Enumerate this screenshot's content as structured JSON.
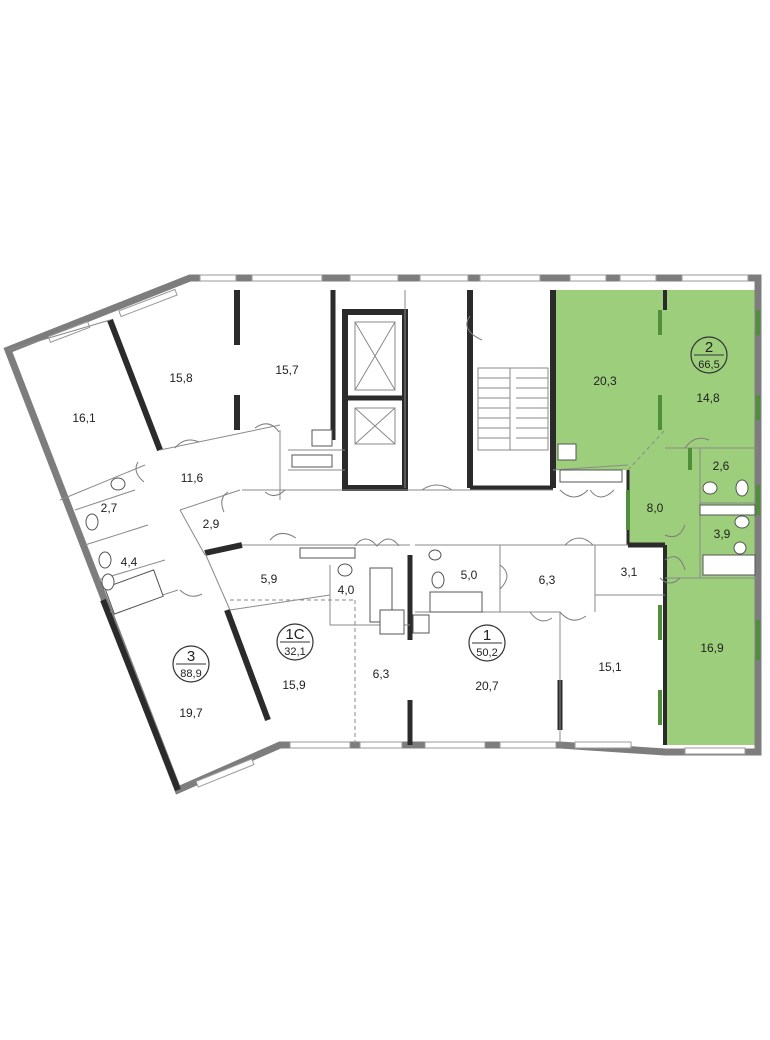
{
  "colors": {
    "highlight": "#9dce7c",
    "highlight_dark": "#4f8f3a",
    "wall": "#7d7d7d",
    "wall_dark": "#2b2b2b",
    "background": "#ffffff"
  },
  "apartments": [
    {
      "id": "apt-3",
      "number": "3",
      "area": "88,9"
    },
    {
      "id": "apt-1c",
      "number": "1С",
      "area": "32,1"
    },
    {
      "id": "apt-1",
      "number": "1",
      "area": "50,2"
    },
    {
      "id": "apt-2",
      "number": "2",
      "area": "66,5"
    }
  ],
  "rooms": [
    {
      "id": "r-16-1",
      "label": "16,1"
    },
    {
      "id": "r-15-8",
      "label": "15,8"
    },
    {
      "id": "r-15-7",
      "label": "15,7"
    },
    {
      "id": "r-11-6",
      "label": "11,6"
    },
    {
      "id": "r-2-7",
      "label": "2,7"
    },
    {
      "id": "r-2-9",
      "label": "2,9"
    },
    {
      "id": "r-4-4",
      "label": "4,4"
    },
    {
      "id": "r-19-7",
      "label": "19,7"
    },
    {
      "id": "r-5-9",
      "label": "5,9"
    },
    {
      "id": "r-4-0",
      "label": "4,0"
    },
    {
      "id": "r-15-9",
      "label": "15,9"
    },
    {
      "id": "r-6-3a",
      "label": "6,3"
    },
    {
      "id": "r-5-0",
      "label": "5,0"
    },
    {
      "id": "r-6-3b",
      "label": "6,3"
    },
    {
      "id": "r-3-1",
      "label": "3,1"
    },
    {
      "id": "r-20-7",
      "label": "20,7"
    },
    {
      "id": "r-15-1",
      "label": "15,1"
    },
    {
      "id": "r-20-3",
      "label": "20,3"
    },
    {
      "id": "r-14-8",
      "label": "14,8"
    },
    {
      "id": "r-2-6",
      "label": "2,6"
    },
    {
      "id": "r-8-0",
      "label": "8,0"
    },
    {
      "id": "r-3-9",
      "label": "3,9"
    },
    {
      "id": "r-16-9",
      "label": "16,9"
    }
  ]
}
